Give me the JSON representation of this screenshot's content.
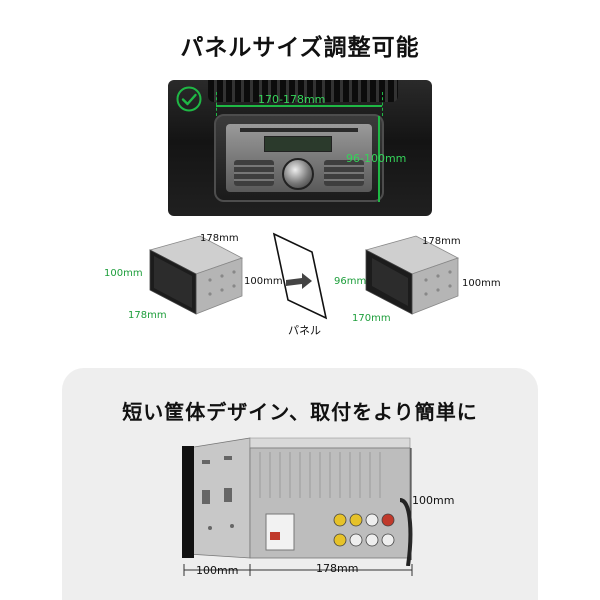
{
  "top": {
    "title": "パネルサイズ調整可能",
    "photo": {
      "width_label": "170-178mm",
      "height_label": "96-100mm",
      "check_icon": "check-circle-icon",
      "accent_color": "#1fb845"
    },
    "unit_before": {
      "width_label": "178mm",
      "height_label": "100mm",
      "front_width_label": "178mm",
      "front_height_label": "100mm"
    },
    "panel": {
      "label": "パネル",
      "arrow_icon": "arrow-right-icon"
    },
    "unit_after": {
      "width_label": "178mm",
      "height_label": "100mm",
      "front_width_label": "170mm",
      "front_height_label": "96mm"
    }
  },
  "bottom": {
    "title": "短い筐体デザイン、取付をより簡単に",
    "height_label": "100mm",
    "depth_label": "100mm",
    "width_label": "178mm"
  }
}
